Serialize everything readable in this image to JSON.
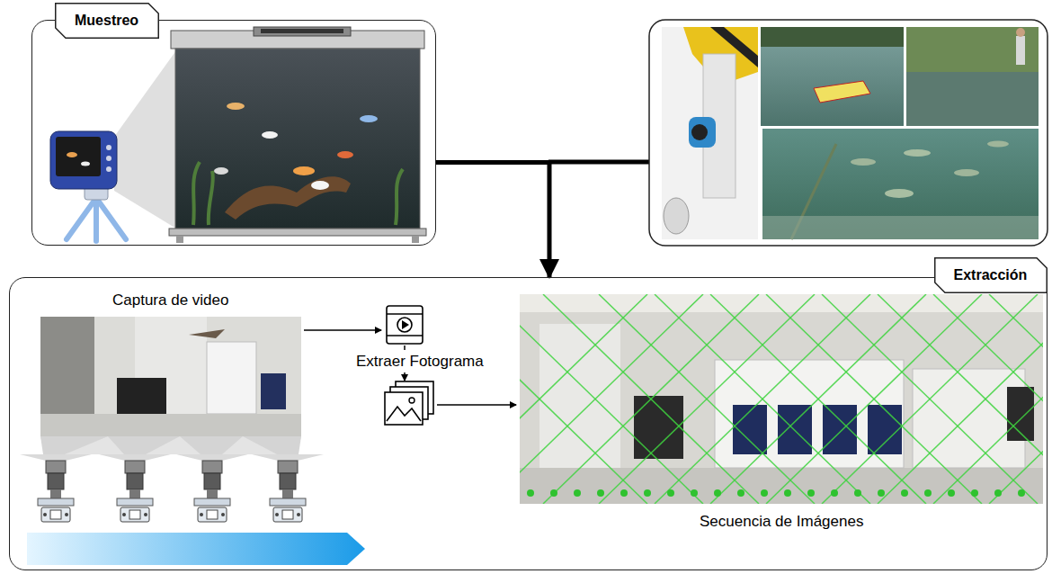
{
  "diagram": {
    "nodes": [
      {
        "text": [
          "Muestreo"
        ]
      },
      {
        "text": [
          "Extracción"
        ]
      }
    ],
    "edges": [
      {
        "from": 0,
        "to": 1,
        "arrow": "to"
      }
    ],
    "labels": [
      "Captura de video",
      "Extraer Fotograma",
      "Secuencia de Imágenes"
    ]
  }
}
